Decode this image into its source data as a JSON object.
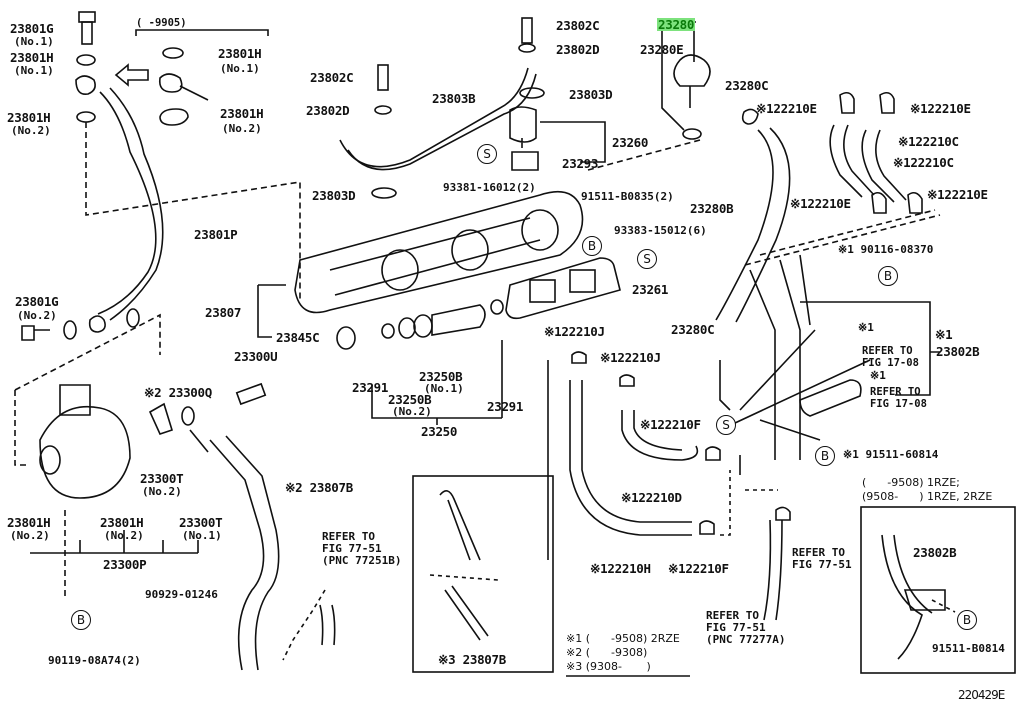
{
  "diagram": {
    "figure_code": "220429E",
    "highlight_color": "#7de27d",
    "highlight_text_color": "#0a7a0a",
    "highlighted_part": "23280",
    "labels": {
      "p23801G_1": "23801G",
      "p23801G_1_sub": "(No.1)",
      "p23801H_1a": "23801H",
      "p23801H_1a_sub": "(No.1)",
      "p23801H_2a": "23801H",
      "p23801H_2a_sub": "(No.2)",
      "range_9905": "(     -9905)",
      "p23801H_1b": "23801H",
      "p23801H_1b_sub": "(No.1)",
      "p23801H_2b": "23801H",
      "p23801H_2b_sub": "(No.2)",
      "p23801P": "23801P",
      "p23801G_2": "23801G",
      "p23801G_2_sub": "(No.2)",
      "p23802C_a": "23802C",
      "p23802D_a": "23802D",
      "p23802C_b": "23802C",
      "p23802D_b": "23802D",
      "p23803B": "23803B",
      "p23803D_a": "23803D",
      "p23803D_b": "23803D",
      "p23260": "23260",
      "p23293": "23293",
      "p93381": "93381-16012(2)",
      "p91511_b0835": "91511-B0835(2)",
      "p93383": "93383-15012(6)",
      "p23261": "23261",
      "p23807": "23807",
      "p23845C": "23845C",
      "p23300U": "23300U",
      "p23300Q": "※2 23300Q",
      "p23291_a": "23291",
      "p23291_b": "23291",
      "p23250B_1": "23250B",
      "p23250B_1_sub": "(No.1)",
      "p23250B_2": "23250B",
      "p23250B_2_sub": "(No.2)",
      "p23250": "23250",
      "p23300T_2": "23300T",
      "p23300T_2_sub": "(No.2)",
      "p23300T_1": "23300T",
      "p23300T_1_sub": "(No.1)",
      "p23801H_2c": "23801H",
      "p23801H_2c_sub": "(No.2)",
      "p23801H_2d": "23801H",
      "p23801H_2d_sub": "(No.2)",
      "p23300P": "23300P",
      "p23807B_2": "※2 23807B",
      "p90929": "90929-01246",
      "p90119": "90119-08A74(2)",
      "refer_77251B": "REFER TO\nFIG 77-51\n(PNC 77251B)",
      "p23807B_3": "※3 23807B",
      "p23280": "23280",
      "p23280E": "23280E",
      "p23280C_a": "23280C",
      "p23280B": "23280B",
      "p23280C_b": "23280C",
      "p122210E_a": "※122210E",
      "p122210E_b": "※122210E",
      "p122210E_c": "※122210E",
      "p122210E_d": "※122210E",
      "p122210C_a": "※122210C",
      "p122210C_b": "※122210C",
      "p90116": "※1 90116-08370",
      "p122210J_a": "※122210J",
      "p122210J_b": "※122210J",
      "p122210F_a": "※122210F",
      "p122210F_b": "※122210F",
      "p122210D": "※122210D",
      "p122210H": "※122210H",
      "star1_a": "※1",
      "refer_1708_a": "REFER TO\nFIG 17-08",
      "star1_b": "※1",
      "refer_1708_b": "REFER TO\nFIG 17-08",
      "p23802B_star": "※1",
      "p23802B": "23802B",
      "p91511_60814": "※1 91511-60814",
      "refer_7751_a": "REFER TO\nFIG 77-51",
      "refer_77277A": "REFER TO\nFIG 77-51\n(PNC 77277A)",
      "inset_range": "(      -9508) 1RZE;\n(9508-      ) 1RZE, 2RZE",
      "p23802B_inset": "23802B",
      "p91511_b0814": "91511-B0814",
      "ref_B": "B",
      "ref_S": "S"
    },
    "footnotes": [
      "※1 (      -9508) 2RZE",
      "※2 (      -9308)",
      "※3 (9308-       )"
    ]
  }
}
